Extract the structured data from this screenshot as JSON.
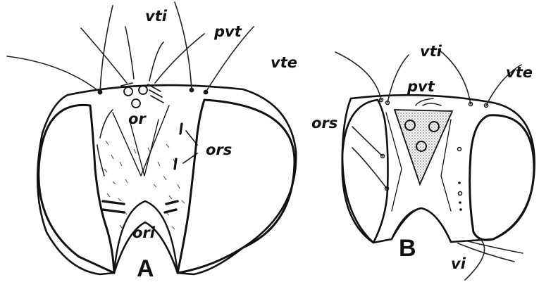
{
  "figure": {
    "panel_a": {
      "label": "A",
      "annotations": {
        "vti": "vti",
        "pvt": "pvt",
        "vte": "vte",
        "or": "or",
        "ors": "ors",
        "ori": "ori"
      }
    },
    "panel_b": {
      "label": "B",
      "annotations": {
        "vti": "vti",
        "pvt": "pvt",
        "vte": "vte",
        "ors": "ors",
        "vi": "vi"
      }
    },
    "colors": {
      "ink": "#111111",
      "background": "#ffffff",
      "stipple": "#555555"
    }
  }
}
